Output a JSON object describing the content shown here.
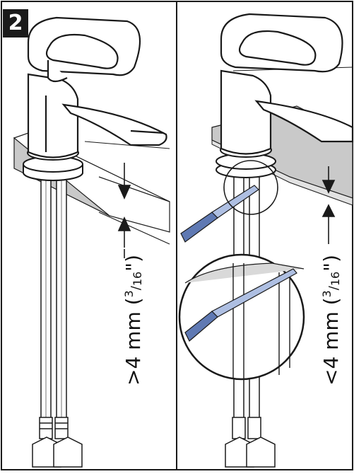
{
  "step": {
    "number": "2"
  },
  "panels": [
    {
      "name": "left",
      "dimension": {
        "prefix": ">4 mm (",
        "numerator": "3",
        "slash": "/",
        "denominator": "16",
        "suffix": "\")"
      }
    },
    {
      "name": "right",
      "dimension": {
        "prefix": "<4 mm (",
        "numerator": "3",
        "slash": "/",
        "denominator": "16",
        "suffix": "\")"
      }
    }
  ],
  "colors": {
    "line": "#1a1a1a",
    "counter_gray": "#c9c9c9",
    "tool_blue": "#5f79b3",
    "tool_blue_light": "#aebfe2",
    "badge": "#1b1b1b"
  }
}
